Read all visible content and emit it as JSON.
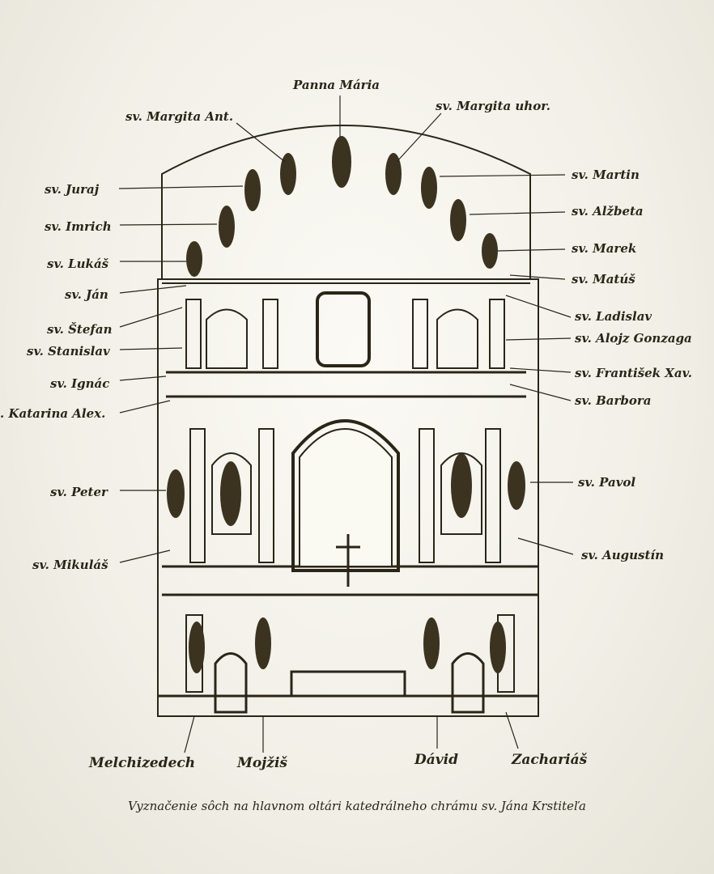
{
  "diagram": {
    "title_top": "Panna Mária",
    "labels_left": [
      "sv. Margita Ant.",
      "sv. Juraj",
      "sv. Imrich",
      "sv. Lukáš",
      "sv. Ján",
      "sv. Štefan",
      "sv. Stanislav",
      "sv. Ignác",
      ". Katarina Alex.",
      "sv. Peter",
      "sv. Mikuláš"
    ],
    "labels_right": [
      "sv. Margita uhor.",
      "sv. Martin",
      "sv. Alžbeta",
      "sv. Marek",
      "sv. Matúš",
      "sv. Ladislav",
      "sv. Alojz Gonzaga",
      "sv. František Xav.",
      "sv. Barbora",
      "sv. Pavol",
      "sv. Augustín"
    ],
    "labels_bottom": [
      "Melchizedech",
      "Mojžiš",
      "Dávid",
      "Zachariáš"
    ],
    "caption": "Vyznačenie sôch na hlavnom oltári katedrálneho chrámu  sv. Jána Krstiteľa"
  },
  "colors": {
    "ink": "#2a2518",
    "paper": "#f3f1ea",
    "gold": "#6b5a2a"
  }
}
